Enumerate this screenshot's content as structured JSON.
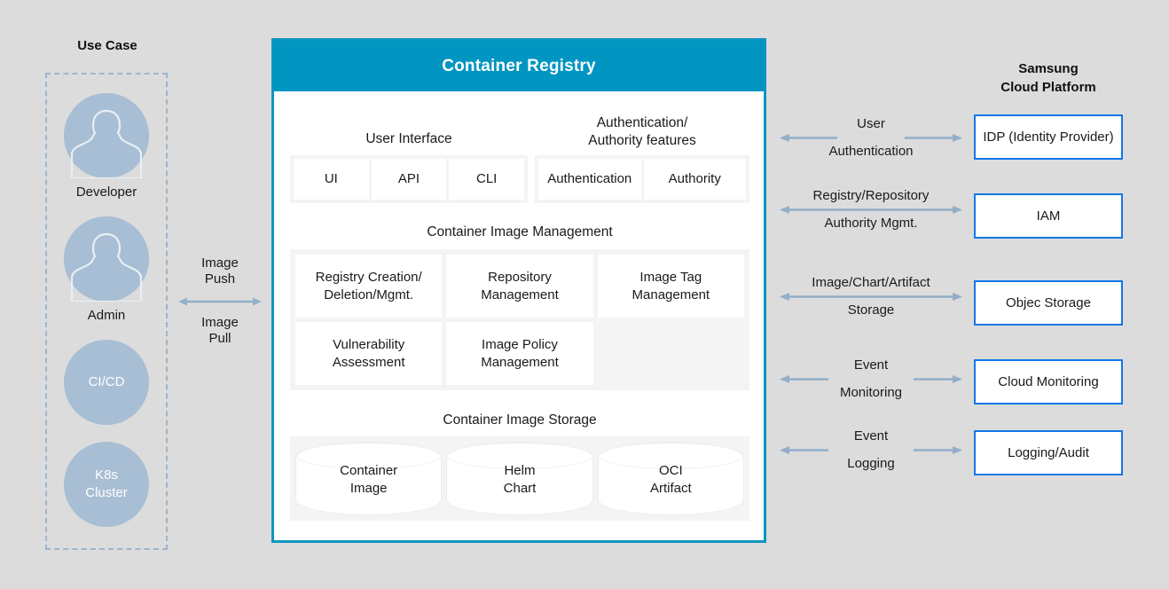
{
  "use_case": {
    "title": "Use Case",
    "actors": [
      {
        "label": "Developer",
        "icon": "user-avatar-icon",
        "kind": "avatar"
      },
      {
        "label": "Admin",
        "icon": "user-avatar-icon",
        "kind": "avatar"
      },
      {
        "label": "CI/CD",
        "kind": "circle"
      },
      {
        "label_line1": "K8s",
        "label_line2": "Cluster",
        "kind": "circle"
      }
    ]
  },
  "push_pull": {
    "top_line1": "Image",
    "top_line2": "Push",
    "bottom_line1": "Image",
    "bottom_line2": "Pull",
    "arrow": "double-headed-arrow-icon"
  },
  "registry": {
    "title": "Container Registry",
    "header_color": "#0195c2",
    "border_color": "#0d95c1",
    "sections": {
      "user_interface": {
        "title": "User Interface",
        "items": [
          "UI",
          "API",
          "CLI"
        ]
      },
      "auth": {
        "title_line1": "Authentication/",
        "title_line2": "Authority features",
        "items": [
          "Authentication",
          "Authority"
        ]
      },
      "image_management": {
        "title": "Container Image Management",
        "items": [
          "Registry Creation/\nDeletion/Mgmt.",
          "Repository\nManagement",
          "Image Tag\nManagement",
          "Vulnerability\nAssessment",
          "Image Policy\nManagement"
        ]
      },
      "image_storage": {
        "title": "Container Image Storage",
        "items": [
          "Container\nImage",
          "Helm\nChart",
          "OCI\nArtifact"
        ]
      }
    }
  },
  "scp": {
    "title_line1": "Samsung",
    "title_line2": "Cloud Platform",
    "box_border_color": "#1277e8",
    "flows": [
      {
        "top": "User",
        "bottom": "Authentication",
        "target": "IDP (Identity Provider)",
        "arrow": "double-headed-arrow-icon",
        "arrow_style": "split"
      },
      {
        "top": "Registry/Repository",
        "bottom": "Authority Mgmt.",
        "target": "IAM",
        "arrow": "double-headed-arrow-icon",
        "arrow_style": "full"
      },
      {
        "top": "Image/Chart/Artifact",
        "bottom": "Storage",
        "target": "Objec Storage",
        "arrow": "double-headed-arrow-icon",
        "arrow_style": "full"
      },
      {
        "top": "Event",
        "bottom": "Monitoring",
        "target": "Cloud Monitoring",
        "arrow": "double-headed-arrow-icon",
        "arrow_style": "split"
      },
      {
        "top": "Event",
        "bottom": "Logging",
        "target": "Logging/Audit",
        "arrow": "double-headed-arrow-icon",
        "arrow_style": "split"
      }
    ]
  }
}
